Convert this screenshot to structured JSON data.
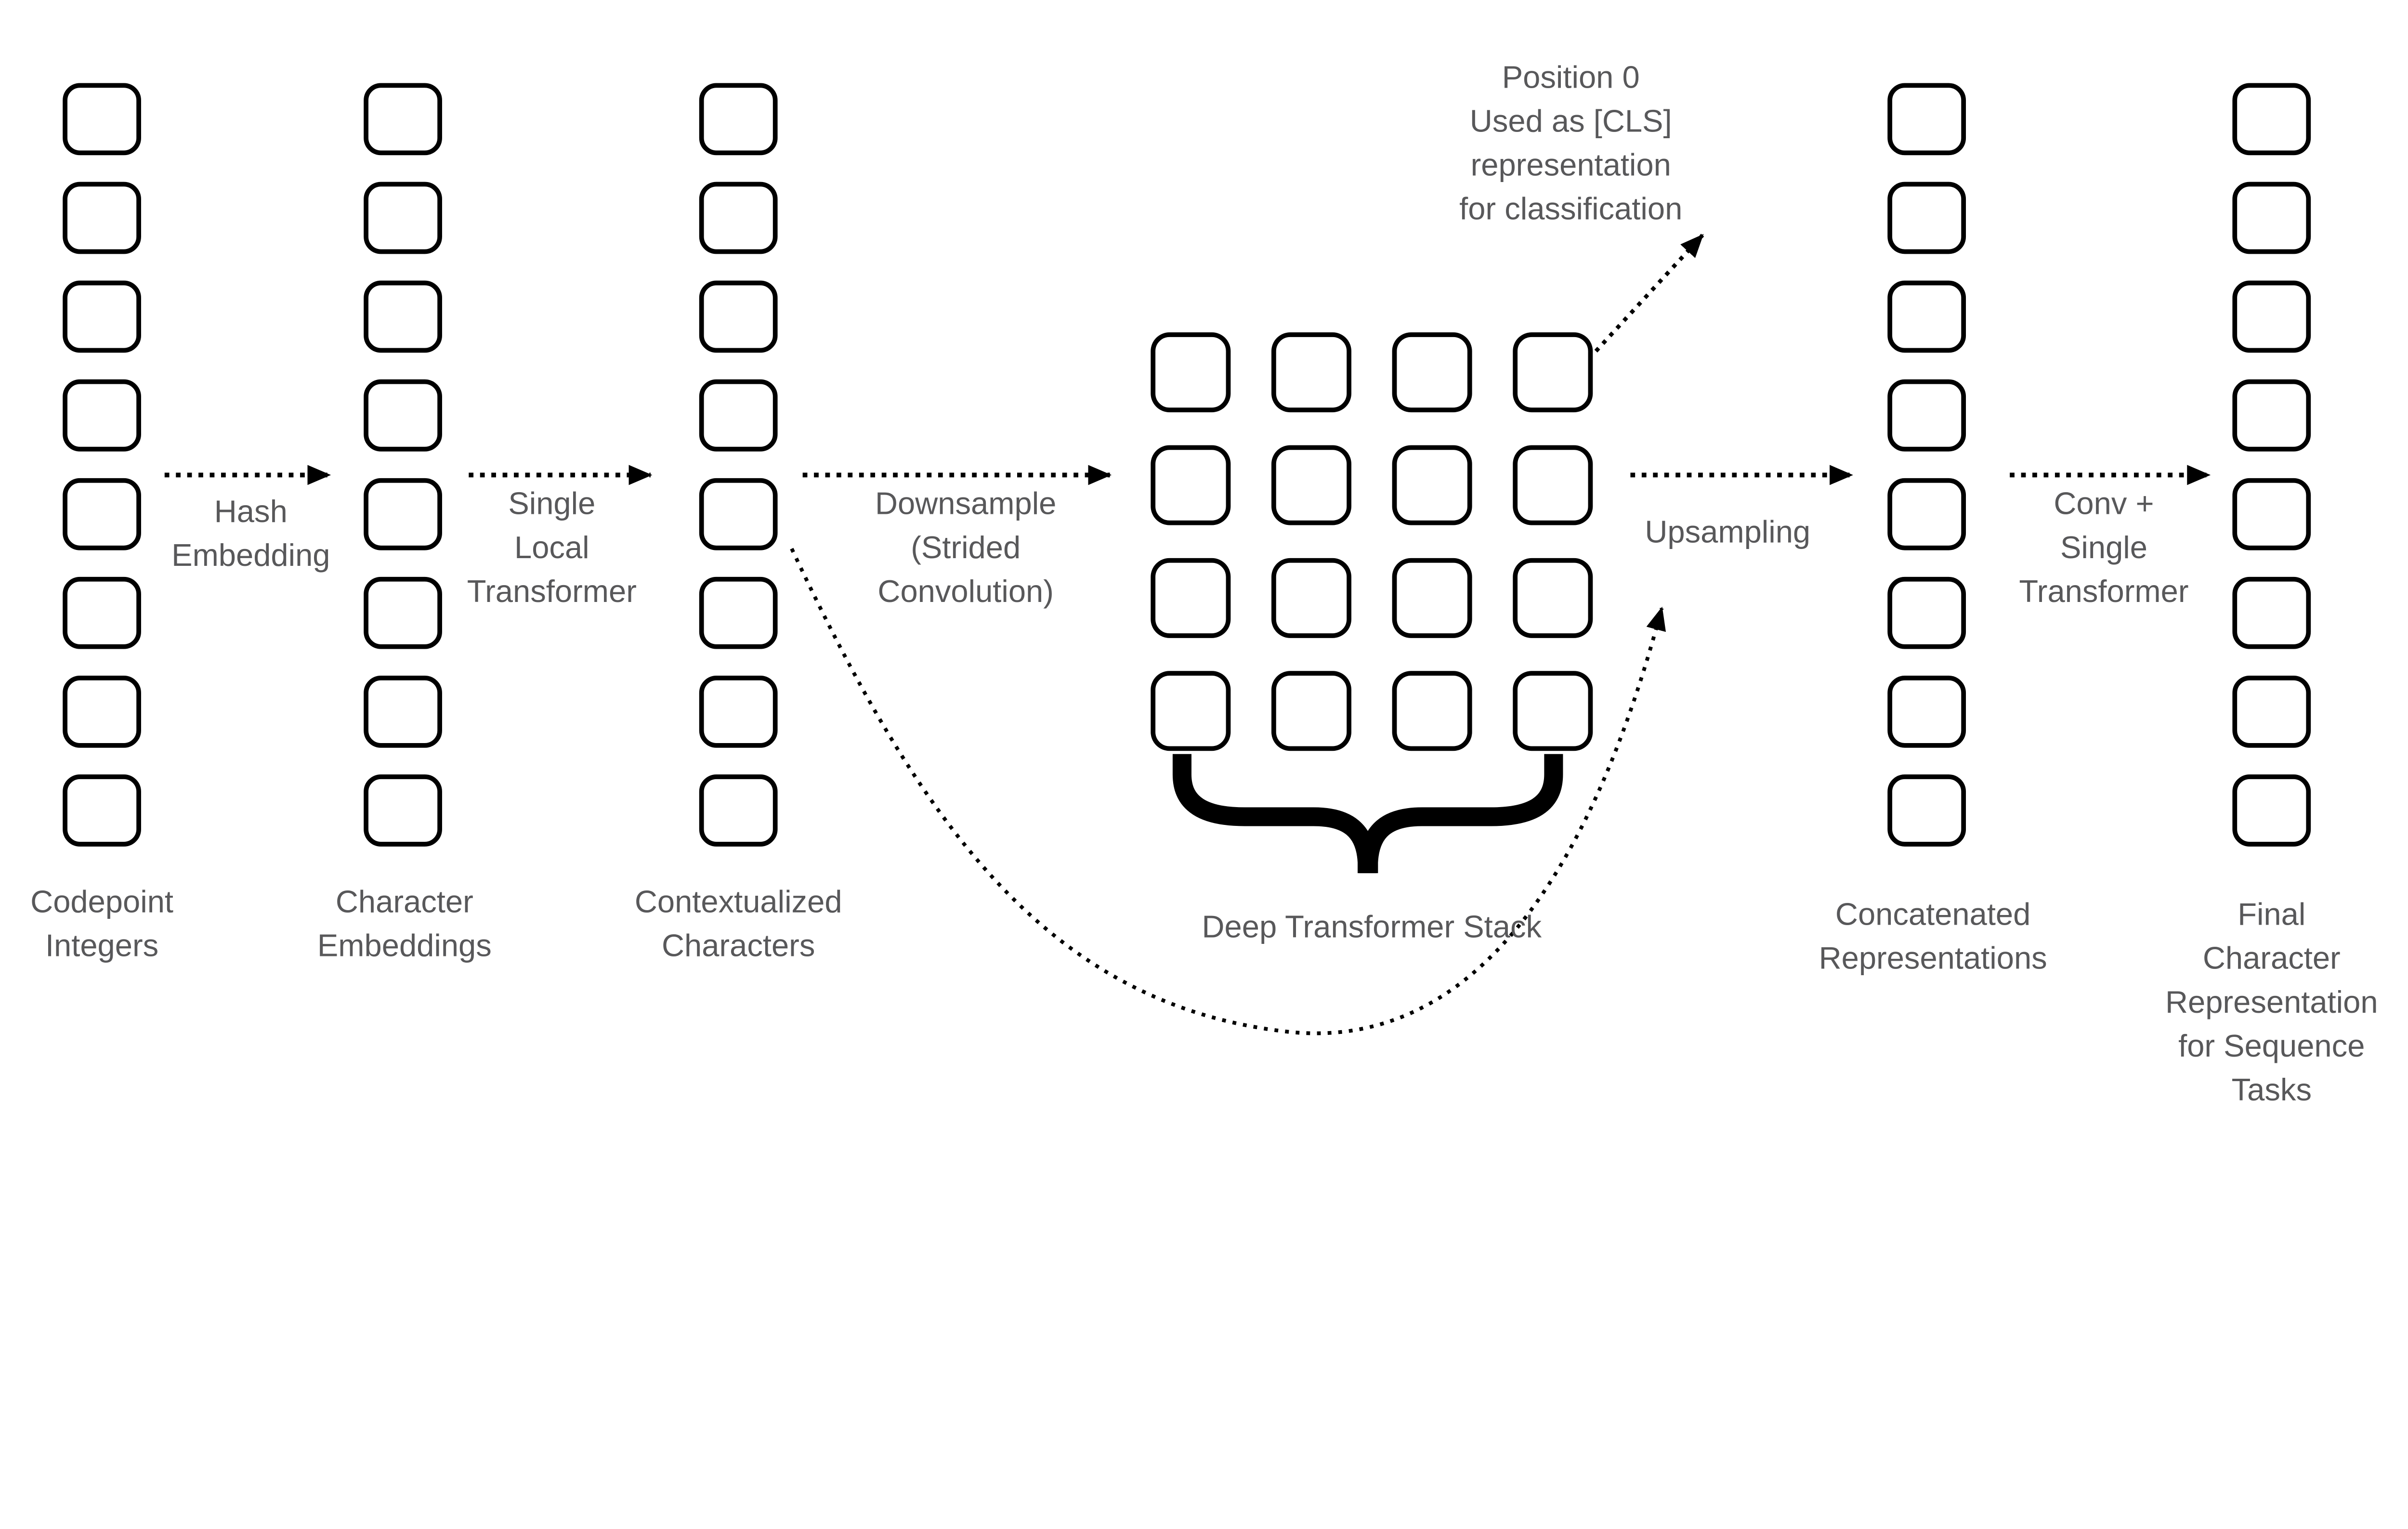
{
  "diagram": {
    "columns": {
      "codepoint": {
        "label": "Codepoint\nIntegers",
        "count": 8
      },
      "char_embed": {
        "label": "Character\nEmbeddings",
        "count": 8
      },
      "contextualized": {
        "label": "Contextualized\nCharacters",
        "count": 8
      },
      "concatenated": {
        "label": "Concatenated\nRepresentations",
        "count": 8
      },
      "final": {
        "label": "Final\nCharacter\nRepresentation\nfor Sequence Tasks",
        "count": 8
      }
    },
    "grid": {
      "rows": 4,
      "cols": 4,
      "count": 16,
      "label": "Deep Transformer Stack"
    },
    "arrows": {
      "hash": "Hash\nEmbedding",
      "local": "Single\nLocal\nTransformer",
      "downsample": "Downsample\n(Strided\nConvolution)",
      "upsampling": "Upsampling",
      "conv": "Conv +\nSingle\nTransformer"
    },
    "cls_note": "Position 0\nUsed as [CLS]\nrepresentation\nfor classification",
    "colors": {
      "text": "#58585a",
      "box_border": "#000000",
      "box_fill": "#ffffff",
      "arrow": "#000000"
    }
  }
}
